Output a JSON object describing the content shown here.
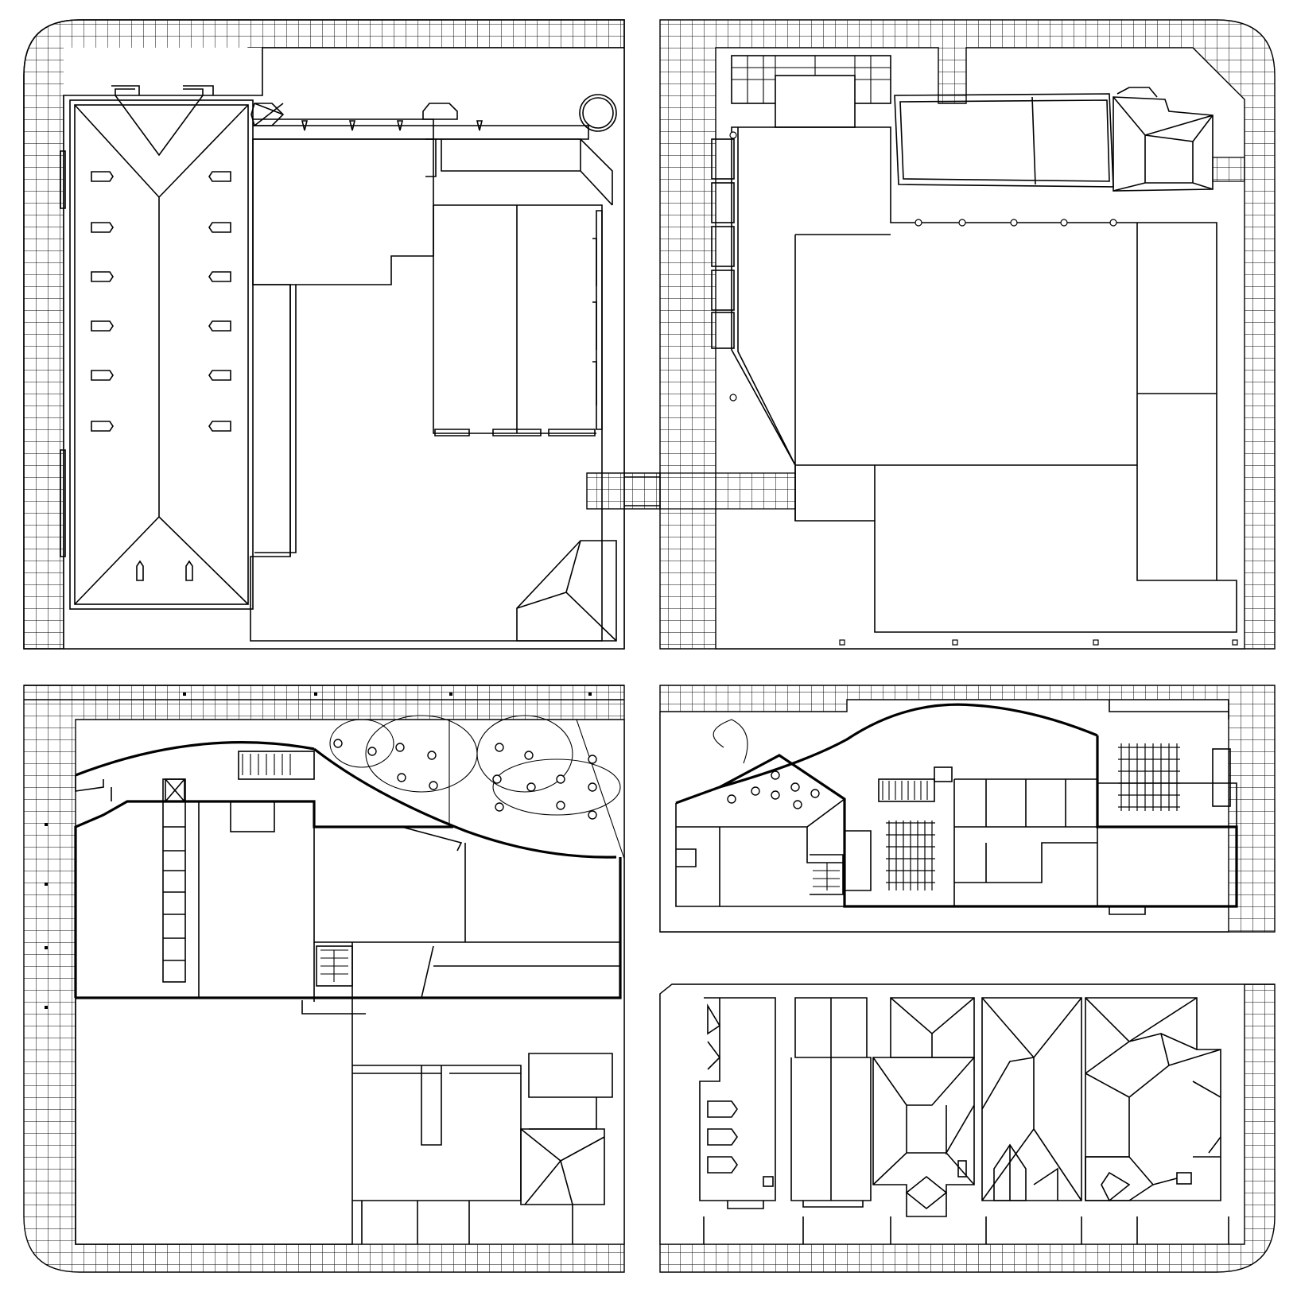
{
  "plan": {
    "quadrants": [
      "top-left-block",
      "top-right-block",
      "bottom-left-block",
      "bottom-right-upper-block",
      "bottom-right-lower-block"
    ],
    "line_color": "#000000",
    "background": "#ffffff",
    "paving_pattern": "grid-tiles"
  }
}
